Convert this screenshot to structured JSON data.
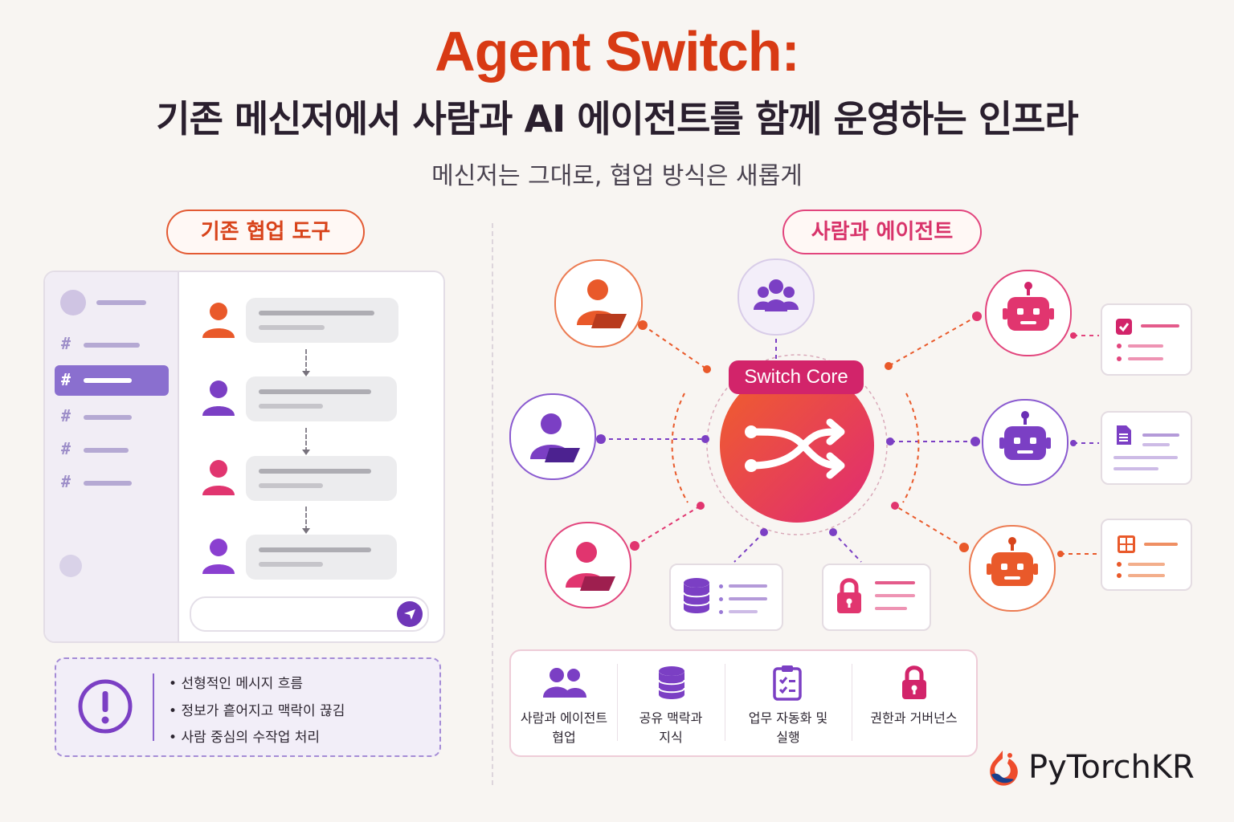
{
  "header": {
    "title": "Agent Switch:",
    "subtitle": "기존 메신저에서 사람과 AI 에이전트를 함께 운영하는 인프라",
    "tagline": "메신저는 그대로, 협업 방식은 새롭게"
  },
  "left_section": {
    "label": "기존 협업 도구",
    "sidebar_channel_icon": "#",
    "problems": [
      "선형적인 메시지 흐름",
      "정보가 흩어지고 맥락이 끊김",
      "사람 중심의 수작업 처리"
    ]
  },
  "right_section": {
    "label": "사람과 에이전트",
    "core_label": "Switch Core",
    "features": [
      {
        "icon": "people-icon",
        "label_line1": "사람과 에이전트",
        "label_line2": "협업"
      },
      {
        "icon": "database-icon",
        "label_line1": "공유 맥락과",
        "label_line2": "지식"
      },
      {
        "icon": "clipboard-check-icon",
        "label_line1": "업무 자동화 및",
        "label_line2": "실행"
      },
      {
        "icon": "lock-icon",
        "label_line1": "권한과 거버넌스",
        "label_line2": ""
      }
    ]
  },
  "brand": {
    "name": "PyTorchKR"
  },
  "colors": {
    "title": "#d83a14",
    "orange": "#e9592a",
    "purple": "#7b3fc4",
    "magenta": "#d2246a",
    "pink": "#e2457d"
  }
}
